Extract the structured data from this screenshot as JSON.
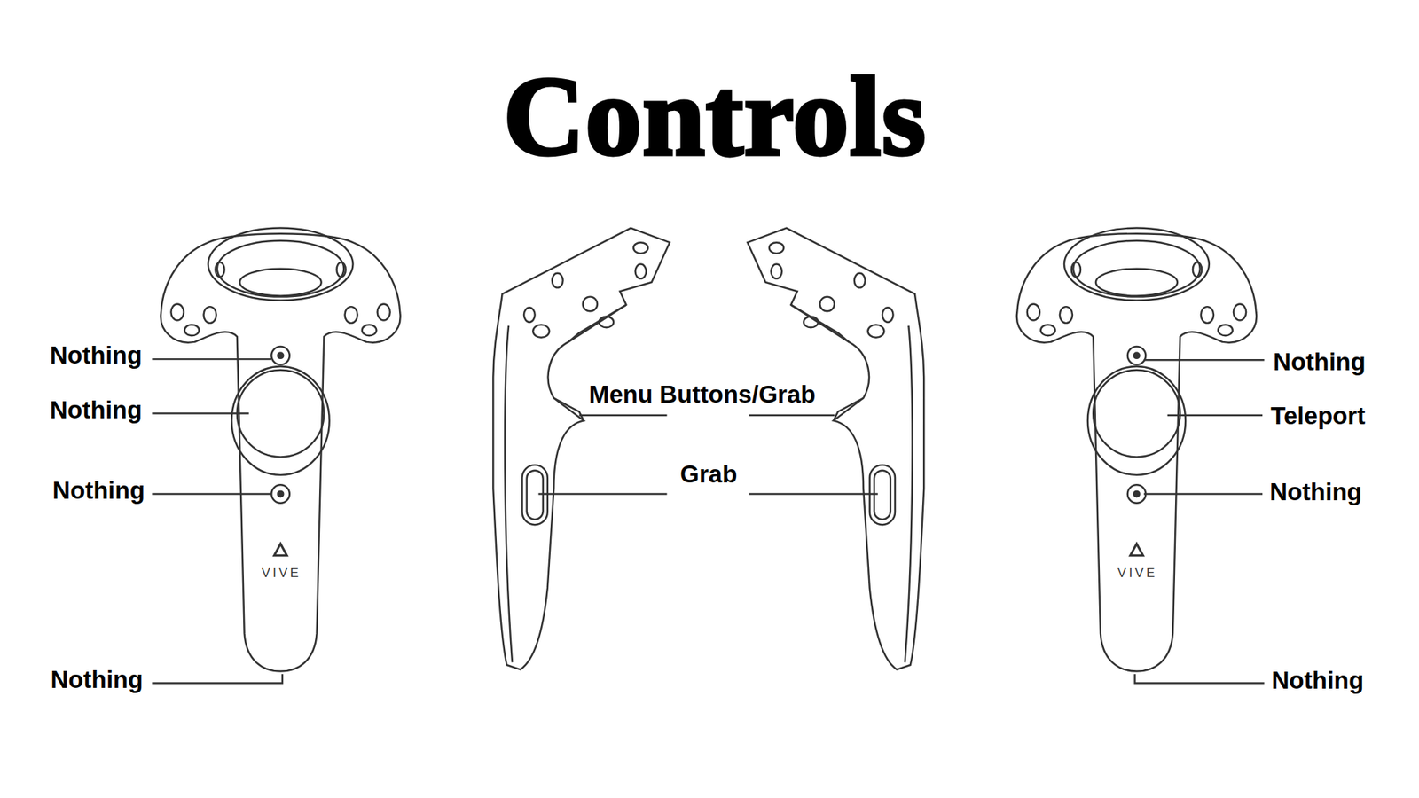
{
  "diagram": {
    "title": "Controls",
    "labels": [
      "Nothing",
      "Nothing",
      "Nothing",
      "Menu Buttons/Grab",
      "Teleport",
      "Grab",
      "Nothing",
      "Nothing",
      "VIVE",
      "VIVE",
      "Nothing",
      "Nothing"
    ]
  }
}
